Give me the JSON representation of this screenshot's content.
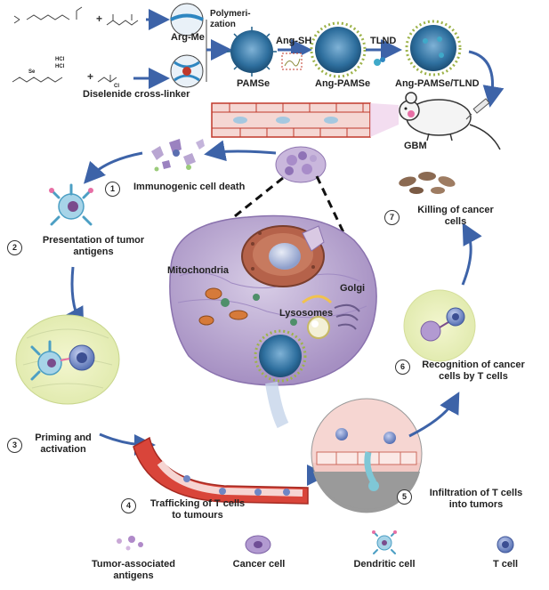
{
  "synthesis": {
    "arg_me": "Arg-Me",
    "polymerization": "Polymeri-\nzation",
    "cross_linker": "Diselenide cross-linker",
    "pamse": "PAMSe",
    "ang_sh": "Ang-SH",
    "ang_pamse": "Ang-PAMSe",
    "tlnd": "TLND",
    "ang_pamse_tlnd": "Ang-PAMSe/TLND",
    "gbm": "GBM",
    "formula_hcl_1": "HCl",
    "formula_hcl_2": "HCl",
    "formula_se": "Se",
    "formula_cl": "Cl"
  },
  "cell": {
    "mitochondria": "Mitochondria",
    "lysosomes": "Lysosomes",
    "golgi": "Golgi"
  },
  "steps": [
    {
      "num": "1",
      "text": "Immunogenic cell death"
    },
    {
      "num": "2",
      "text": "Presentation of tumor\nantigens"
    },
    {
      "num": "3",
      "text": "Priming and\nactivation"
    },
    {
      "num": "4",
      "text": "Trafficking of T cells\nto tumours"
    },
    {
      "num": "5",
      "text": "Infiltration of T cells\ninto tumors"
    },
    {
      "num": "6",
      "text": "Recognition of cancer\ncells by T cells"
    },
    {
      "num": "7",
      "text": "Killing of cancer\ncells"
    }
  ],
  "legend": [
    {
      "label": "Tumor-associated\nantigens",
      "icon": "antigen-icon"
    },
    {
      "label": "Cancer cell",
      "icon": "cancer-cell-icon"
    },
    {
      "label": "Dendritic cell",
      "icon": "dendritic-cell-icon"
    },
    {
      "label": "T cell",
      "icon": "t-cell-icon"
    }
  ],
  "colors": {
    "arrow": "#3d63a8",
    "cell_body": "#b9a6d2",
    "nanoparticle": "#2e6f9e",
    "vessel": "#c0392b",
    "tcell": "#6f86c4"
  }
}
